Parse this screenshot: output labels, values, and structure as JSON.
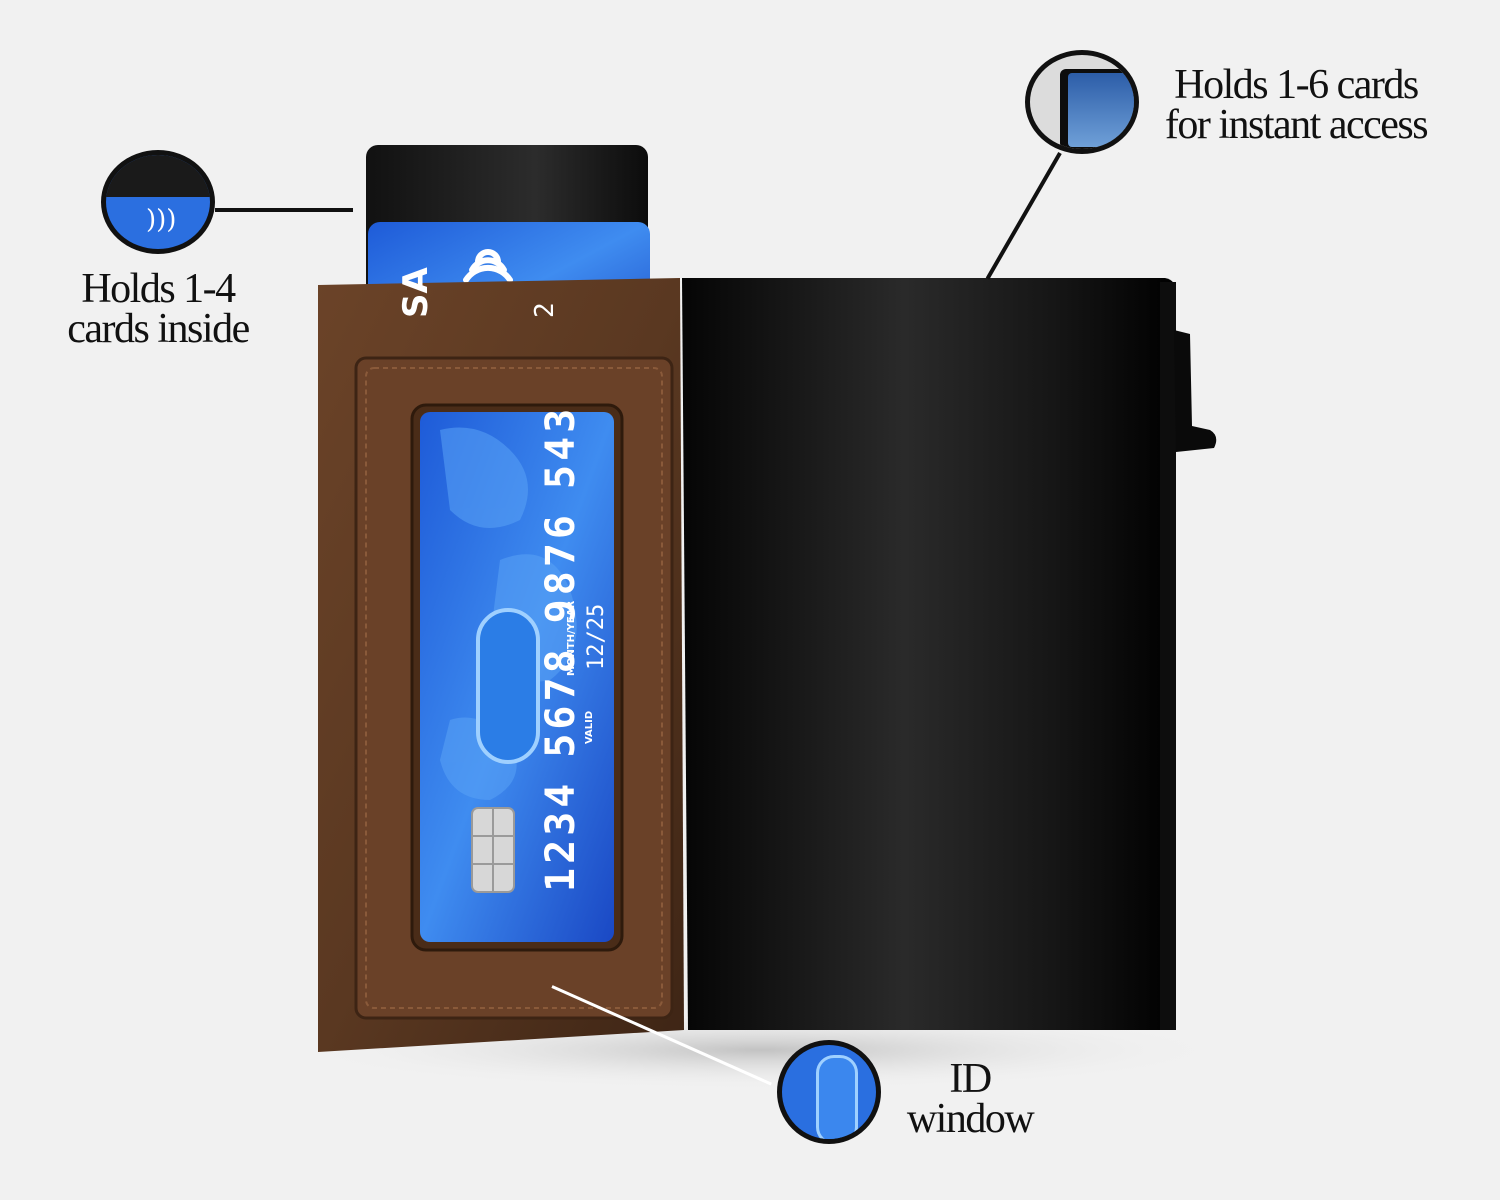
{
  "callouts": {
    "inside": {
      "line1": "Holds 1-4",
      "line2": "cards inside"
    },
    "instant": {
      "line1": "Holds 1-6 cards",
      "line2": "for instant access"
    },
    "id_window": {
      "line1": "ID",
      "line2": "window"
    }
  },
  "card": {
    "brand_fragment": "SA",
    "small_number": "2",
    "number_groups": [
      "1234",
      "5678",
      "9876",
      "543"
    ],
    "expiry_label": "MONTH/YEAR",
    "valid_label": "VALID",
    "expiry": "12/25"
  },
  "colors": {
    "background": "#f1f1f1",
    "leather": "#5e3a22",
    "leather_dark": "#3f2616",
    "aluminum_case": "#111111",
    "card_blue": "#2a6fe0",
    "card_black": "#1b1b1b"
  }
}
